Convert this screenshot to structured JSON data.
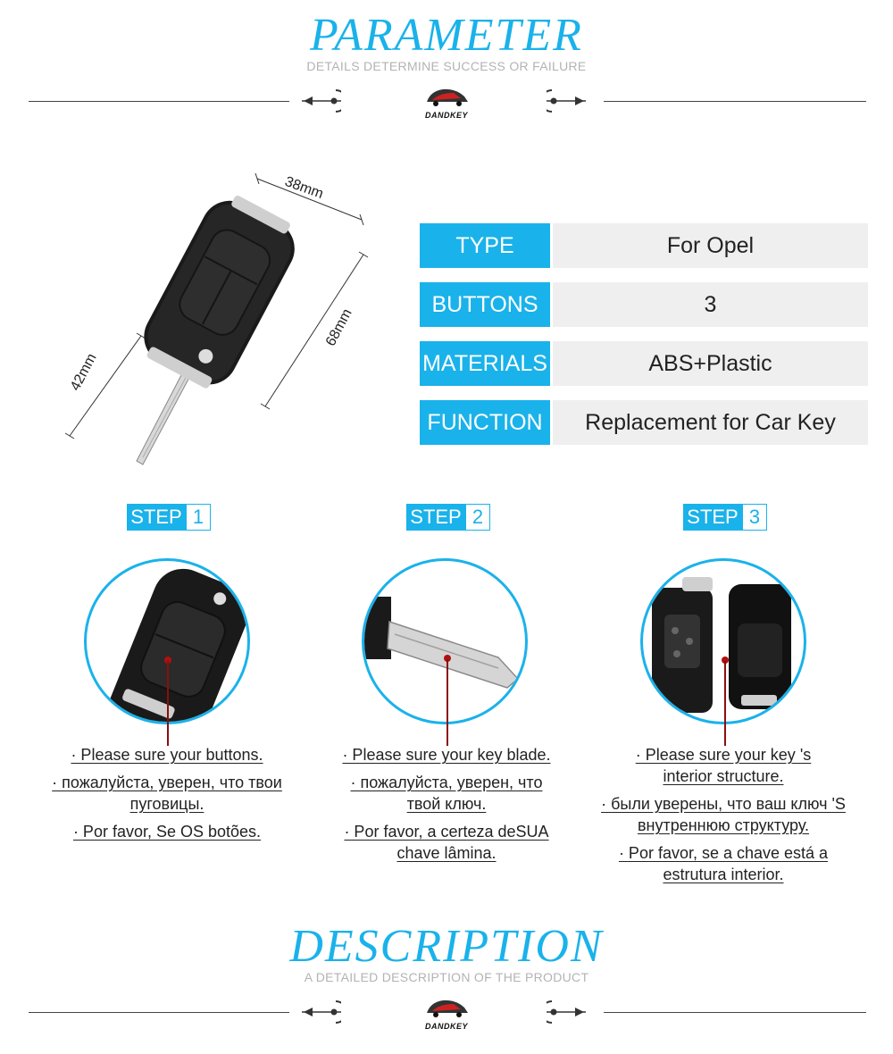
{
  "header": {
    "title": "PARAMETER",
    "subtitle": "DETAILS DETERMINE SUCCESS OR FAILURE",
    "brand": "DANDKEY"
  },
  "product": {
    "dim_width": "38mm",
    "dim_length": "68mm",
    "dim_side": "42mm"
  },
  "specs": [
    {
      "label": "TYPE",
      "value": "For Opel"
    },
    {
      "label": "BUTTONS",
      "value": "3"
    },
    {
      "label": "MATERIALS",
      "value": "ABS+Plastic"
    },
    {
      "label": "FUNCTION",
      "value": "Replacement for Car Key"
    }
  ],
  "steps": [
    {
      "word": "STEP",
      "num": "1",
      "lines": [
        "· Please sure your buttons.",
        "· пожалуйста, уверен, что твои",
        "пуговицы.",
        "· Por favor, Se OS botões."
      ]
    },
    {
      "word": "STEP",
      "num": "2",
      "lines": [
        "· Please sure your key blade.",
        "· пожалуйста, уверен, что",
        "твой ключ.",
        "· Por favor, a certeza deSUA",
        "chave lâmina."
      ]
    },
    {
      "word": "STEP",
      "num": "3",
      "lines": [
        "· Please sure your key 's",
        "interior structure.",
        "· были уверены, что ваш ключ 'S",
        "внутреннюю структуру.",
        "· Por favor, se a chave está a",
        "estrutura interior."
      ]
    }
  ],
  "footer": {
    "title": "DESCRIPTION",
    "subtitle": "A DETAILED DESCRIPTION OF THE PRODUCT",
    "brand": "DANDKEY"
  },
  "colors": {
    "accent": "#1ab2ea",
    "pointer": "#8b0e0e"
  }
}
